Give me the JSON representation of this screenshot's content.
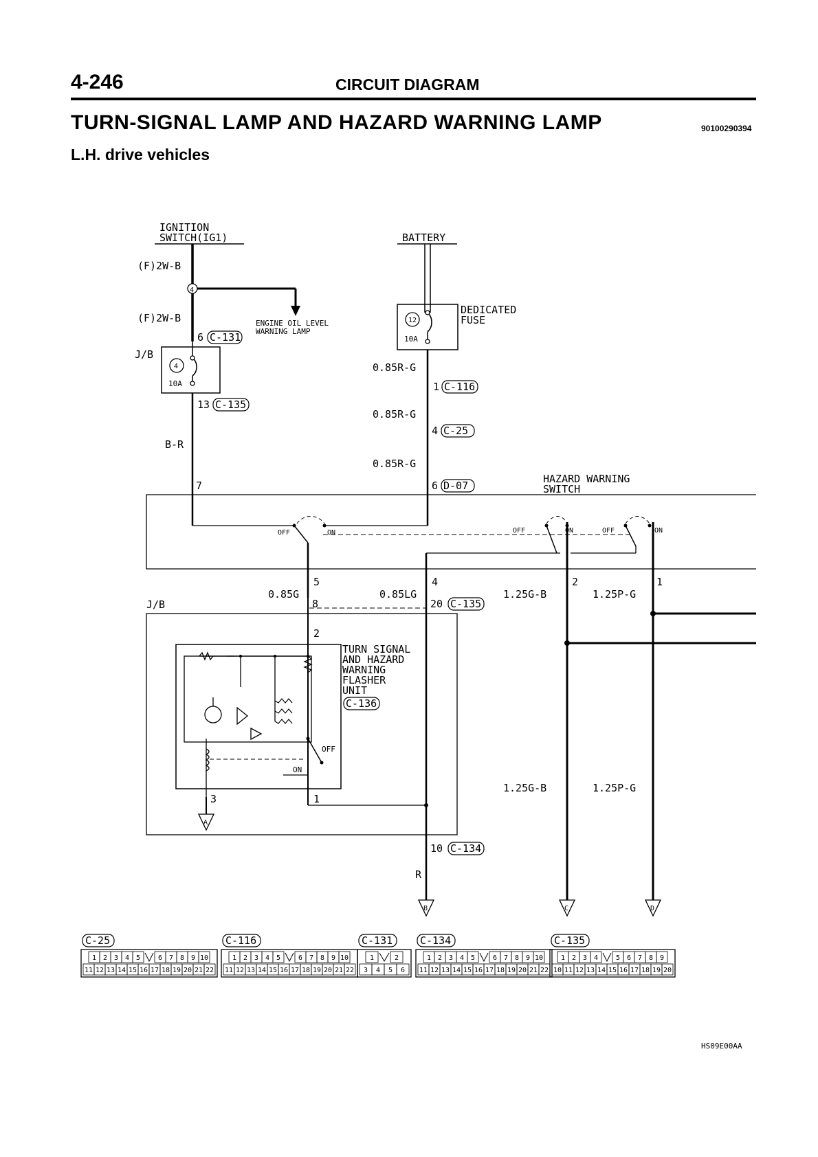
{
  "header": {
    "page_number": "4-246",
    "section": "CIRCUIT DIAGRAM",
    "title": "TURN-SIGNAL LAMP AND HAZARD WARNING LAMP",
    "doc_id": "90100290394",
    "subtitle": "L.H. drive vehicles"
  },
  "footer": {
    "figure_code": "HS09E00AA"
  },
  "diagram": {
    "ign_line1": "IGNITION",
    "ign_line2": "SWITCH(IG1)",
    "battery": "BATTERY",
    "wire_f2wb_1": "(F)2W-B",
    "wire_f2wb_2": "(F)2W-B",
    "junction_num": "4",
    "engine_oil_1": "ENGINE OIL LEVEL",
    "engine_oil_2": "WARNING LAMP",
    "jb_label_top": "J/B",
    "jb_label_bottom": "J/B",
    "fuse4_num": "4",
    "fuse4_amp": "10A",
    "fuse12_num": "12",
    "fuse12_amp": "10A",
    "ded_fuse_1": "DEDICATED",
    "ded_fuse_2": "FUSE",
    "pin6": "6",
    "c131": "C-131",
    "pin13": "13",
    "c135": "C-135",
    "wire_br": "B-R",
    "pin7": "7",
    "wire_085rg_1": "0.85R-G",
    "wire_085rg_2": "0.85R-G",
    "wire_085rg_3": "0.85R-G",
    "pin1_c116": "1",
    "c116": "C-116",
    "pin4_c25": "4",
    "c25": "C-25",
    "pin6_d07": "6",
    "d07": "D-07",
    "hazard_1": "HAZARD WARNING",
    "hazard_2": "SWITCH",
    "sw_off": "OFF",
    "sw_on": "ON",
    "pin5": "5",
    "pin8": "8",
    "pin4b": "4",
    "pin20": "20",
    "pin2a": "2",
    "pin1a": "1",
    "wire_085g": "0.85G",
    "wire_085lg": "0.85LG",
    "wire_125gb_1": "1.25G-B",
    "wire_125pg_1": "1.25P-G",
    "wire_125gb_2": "1.25G-B",
    "wire_125pg_2": "1.25P-G",
    "pin2b": "2",
    "flasher_1": "TURN SIGNAL",
    "flasher_2": "AND HAZARD",
    "flasher_3": "WARNING",
    "flasher_4": "FLASHER",
    "flasher_5": "UNIT",
    "c136": "C-136",
    "relay_off": "OFF",
    "relay_on": "ON",
    "pin3": "3",
    "pin1b": "1",
    "pin10": "10",
    "c134": "C-134",
    "wire_r": "R",
    "gnd_a": "A",
    "gnd_b": "B",
    "gnd_c": "C",
    "gnd_d": "D"
  },
  "connectors": [
    {
      "code": "C-25",
      "top_row": [
        "1",
        "2",
        "3",
        "4",
        "5",
        "",
        "6",
        "7",
        "8",
        "9",
        "10"
      ],
      "bottom_row": [
        "11",
        "12",
        "13",
        "14",
        "15",
        "16",
        "17",
        "18",
        "19",
        "20",
        "21",
        "22"
      ]
    },
    {
      "code": "C-116",
      "top_row": [
        "1",
        "2",
        "3",
        "4",
        "5",
        "",
        "6",
        "7",
        "8",
        "9",
        "10"
      ],
      "bottom_row": [
        "11",
        "12",
        "13",
        "14",
        "15",
        "16",
        "17",
        "18",
        "19",
        "20",
        "21",
        "22"
      ]
    },
    {
      "code": "C-131",
      "top_row": [
        "1",
        "",
        "2"
      ],
      "bottom_row": [
        "3",
        "4",
        "5",
        "6"
      ]
    },
    {
      "code": "C-134",
      "top_row": [
        "1",
        "2",
        "3",
        "4",
        "5",
        "",
        "6",
        "7",
        "8",
        "9",
        "10"
      ],
      "bottom_row": [
        "11",
        "12",
        "13",
        "14",
        "15",
        "16",
        "17",
        "18",
        "19",
        "20",
        "21",
        "22"
      ]
    },
    {
      "code": "C-135",
      "top_row": [
        "1",
        "2",
        "3",
        "4",
        "",
        "5",
        "6",
        "7",
        "8",
        "9"
      ],
      "bottom_row": [
        "10",
        "11",
        "12",
        "13",
        "14",
        "15",
        "16",
        "17",
        "18",
        "19",
        "20"
      ]
    }
  ]
}
